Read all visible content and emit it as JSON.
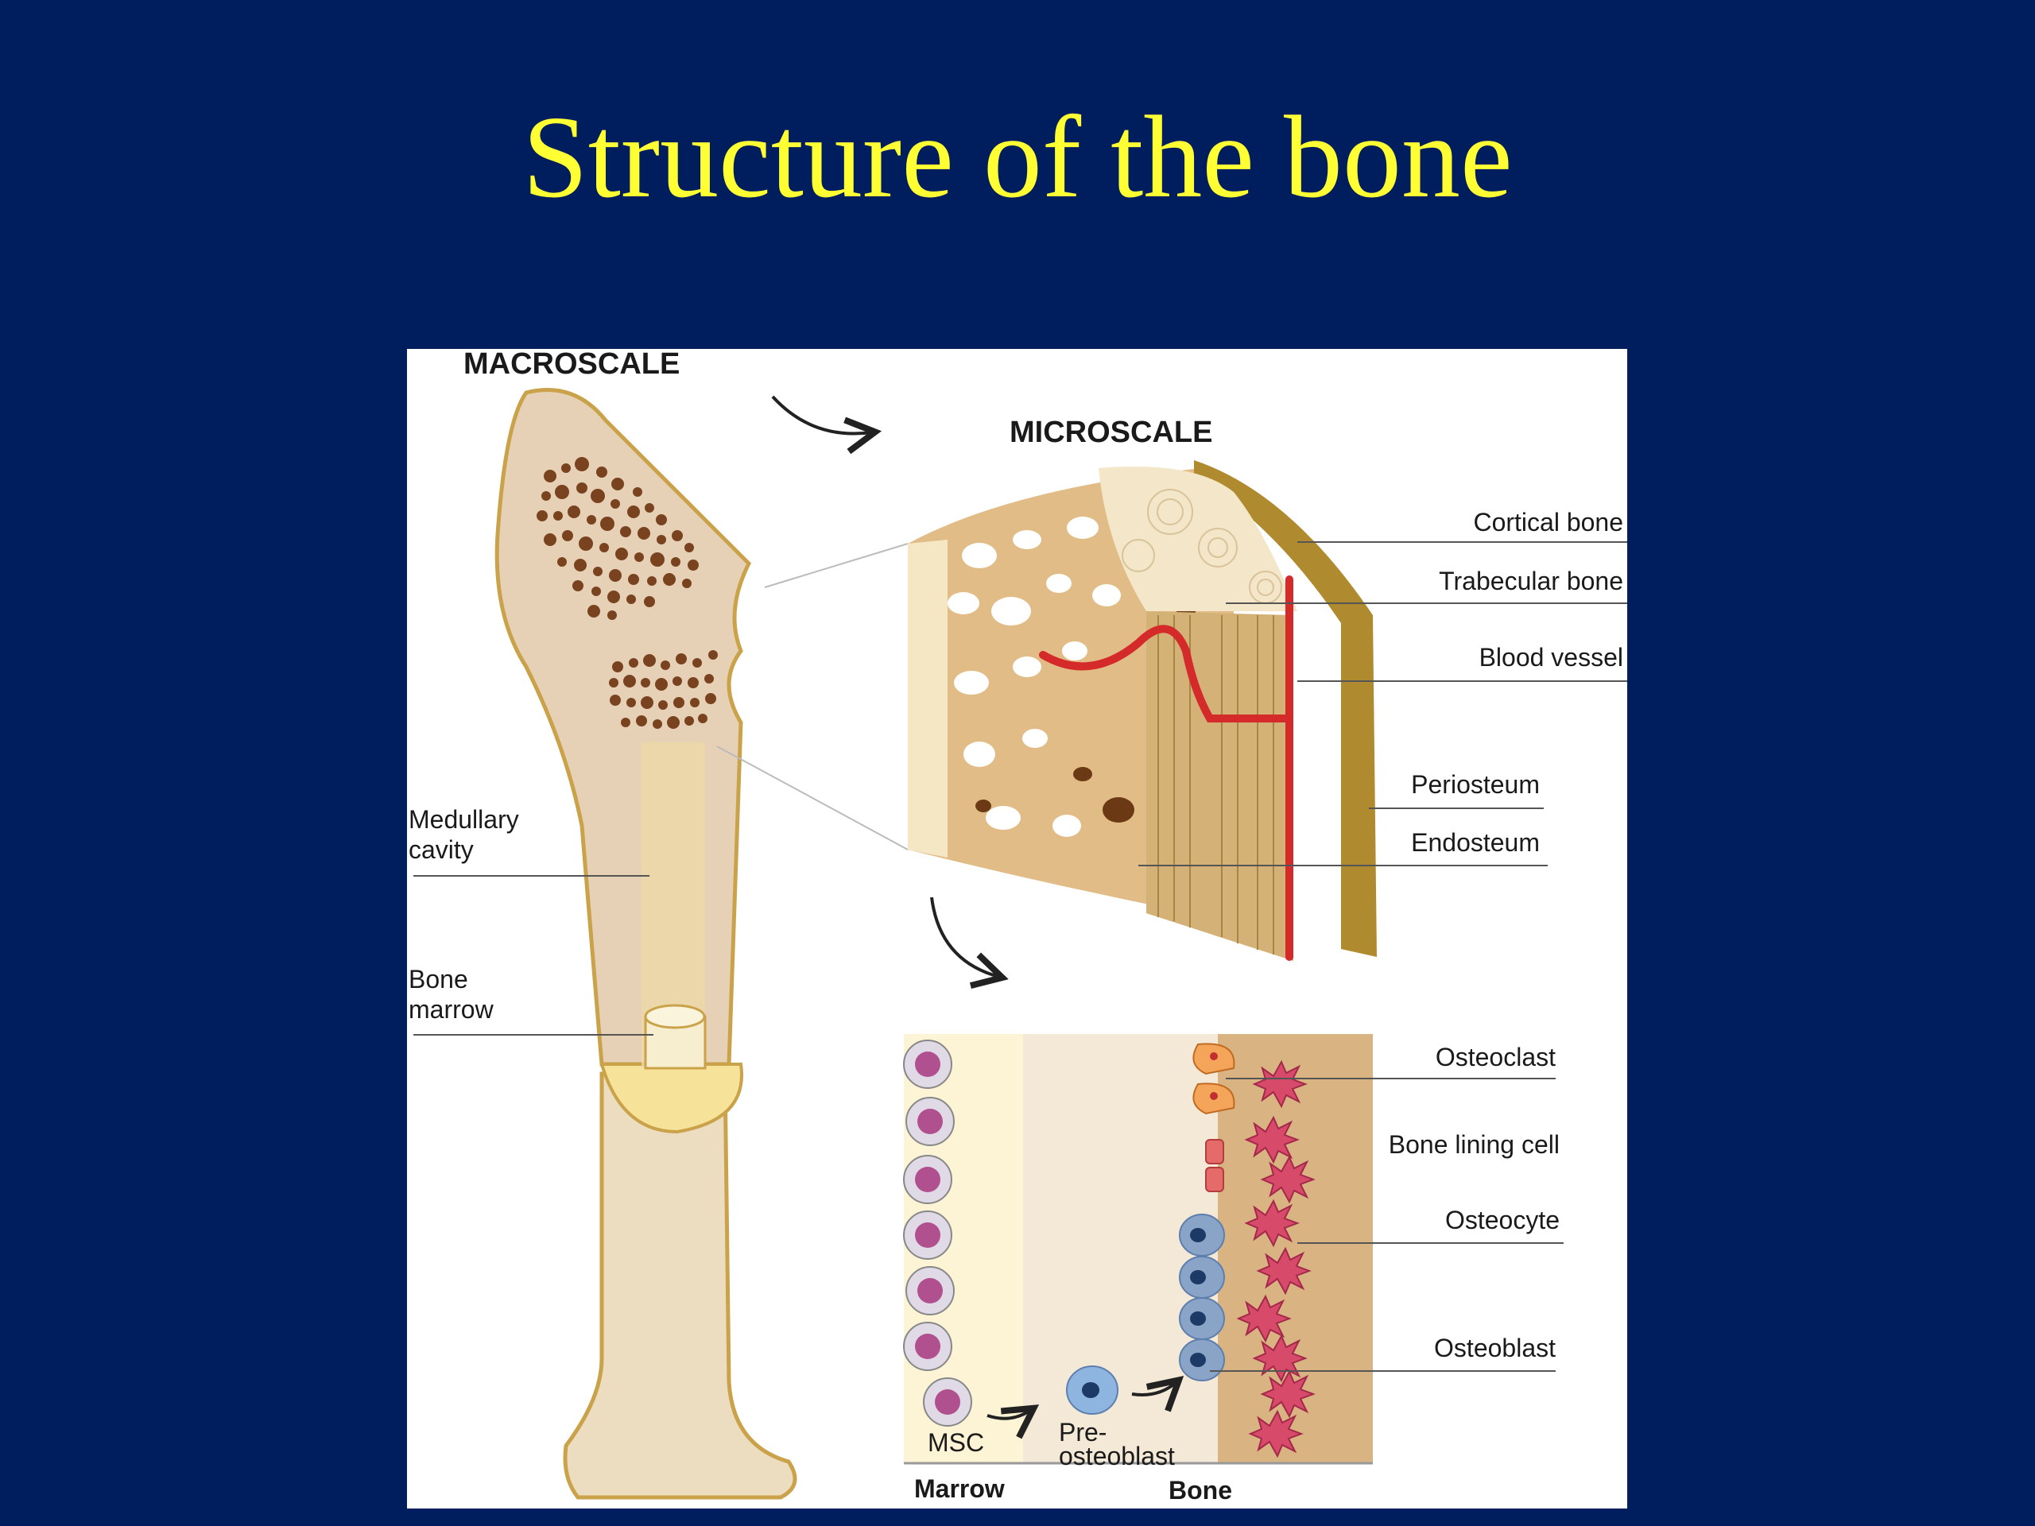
{
  "slide": {
    "title": "Structure of the bone",
    "background": "#001e5e",
    "title_color": "#ffff33"
  },
  "figure": {
    "macroscale_header": "MACROSCALE",
    "microscale_header": "MICROSCALE",
    "left_labels": {
      "medullary_cavity_1": "Medullary",
      "medullary_cavity_2": "cavity",
      "bone_marrow_1": "Bone",
      "bone_marrow_2": "marrow"
    },
    "micro_labels": {
      "cortical_bone": "Cortical bone",
      "trabecular_bone": "Trabecular bone",
      "blood_vessel": "Blood vessel",
      "periosteum": "Periosteum",
      "endosteum": "Endosteum"
    },
    "cell_labels": {
      "osteoclast": "Osteoclast",
      "bone_lining_cell": "Bone lining cell",
      "osteocyte": "Osteocyte",
      "osteoblast": "Osteoblast",
      "msc": "MSC",
      "pre_osteoblast_1": "Pre-",
      "pre_osteoblast_2": "osteoblast",
      "marrow": "Marrow",
      "bone": "Bone"
    },
    "colors": {
      "bone_fill": "#e6d1b6",
      "bone_outline": "#c9a24a",
      "pore_brown": "#7a4320",
      "blood_vessel": "#d42a2a",
      "cortical": "#b08a2e",
      "msc_nucleus": "#b0508e",
      "osteoblast": "#5d7fae",
      "osteocyte": "#d84a6a"
    }
  }
}
